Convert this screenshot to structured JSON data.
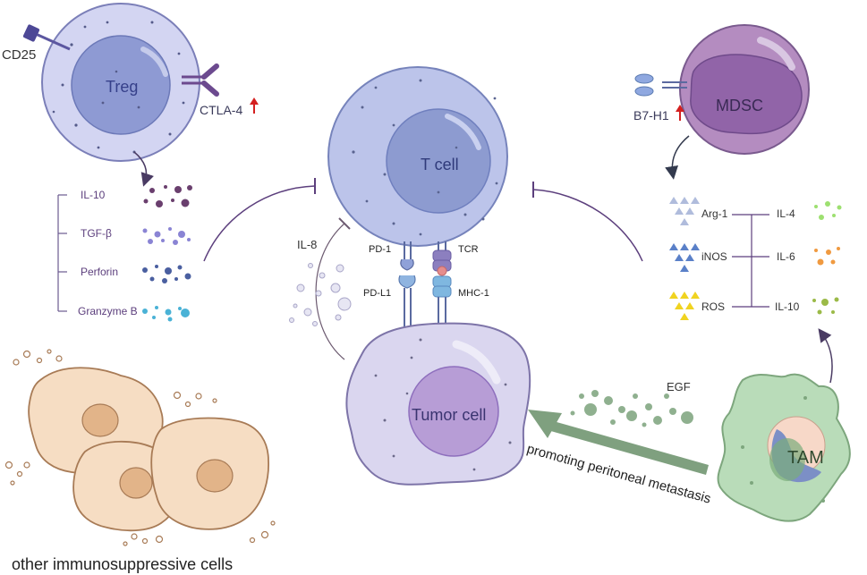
{
  "cells": {
    "treg": "Treg",
    "tcell": "T cell",
    "mdsc": "MDSC",
    "tumor": "Tumor cell",
    "tam": "TAM",
    "other": "other immunosuppressive cells"
  },
  "receptors": {
    "cd25": "CD25",
    "ctla4": "CTLA-4",
    "b7h1": "B7-H1",
    "pd1": "PD-1",
    "pdl1": "PD-L1",
    "tcr": "TCR",
    "mhc1": "MHC-1"
  },
  "treg_factors": [
    "IL-10",
    "TGF-β",
    "Perforin",
    "Granzyme B"
  ],
  "mdsc_factors_left": [
    "Arg-1",
    "iNOS",
    "ROS"
  ],
  "mdsc_factors_right": [
    "IL-4",
    "IL-6",
    "IL-10"
  ],
  "cytokines": {
    "il8": "IL-8",
    "egf": "EGF"
  },
  "arrow_label": "promoting peritoneal metastasis",
  "colors": {
    "cell_blue": "#c9cdee",
    "nucleus_blue": "#8f9bd6",
    "mdsc_purple": "#a67fb0",
    "tumor_purple": "#d4cdea",
    "tam_green": "#b9dcb9",
    "other_tan": "#f5dcc2",
    "up_arrow_red": "#d42020",
    "line_purple": "#5c3f7d",
    "egf_green": "#8aa88a"
  }
}
